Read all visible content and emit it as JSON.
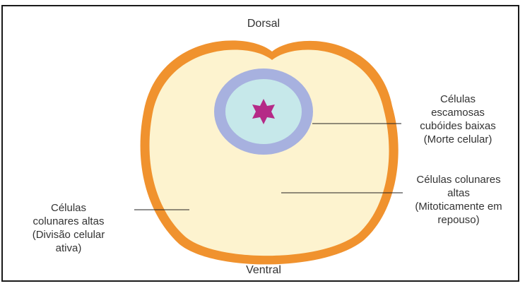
{
  "diagram": {
    "top_label": "Dorsal",
    "bottom_label": "Ventral",
    "left_label": "Células\ncolunares altas\n(Divisão celular\nativa)",
    "right_upper_label": "Células\nescamosas\ncubóides baixas\n(Morte celular)",
    "right_lower_label": "Células colunares\naltas\n(Mitoticamente em\nrepouso)"
  },
  "colors": {
    "outer_ring": "#f0922e",
    "body_fill": "#fdf3cf",
    "inner_ring": "#a7b1df",
    "inner_core": "#c6e8ea",
    "center_star": "#b52a87",
    "leader_lines": "#222222",
    "frame": "#1a1a1a"
  }
}
